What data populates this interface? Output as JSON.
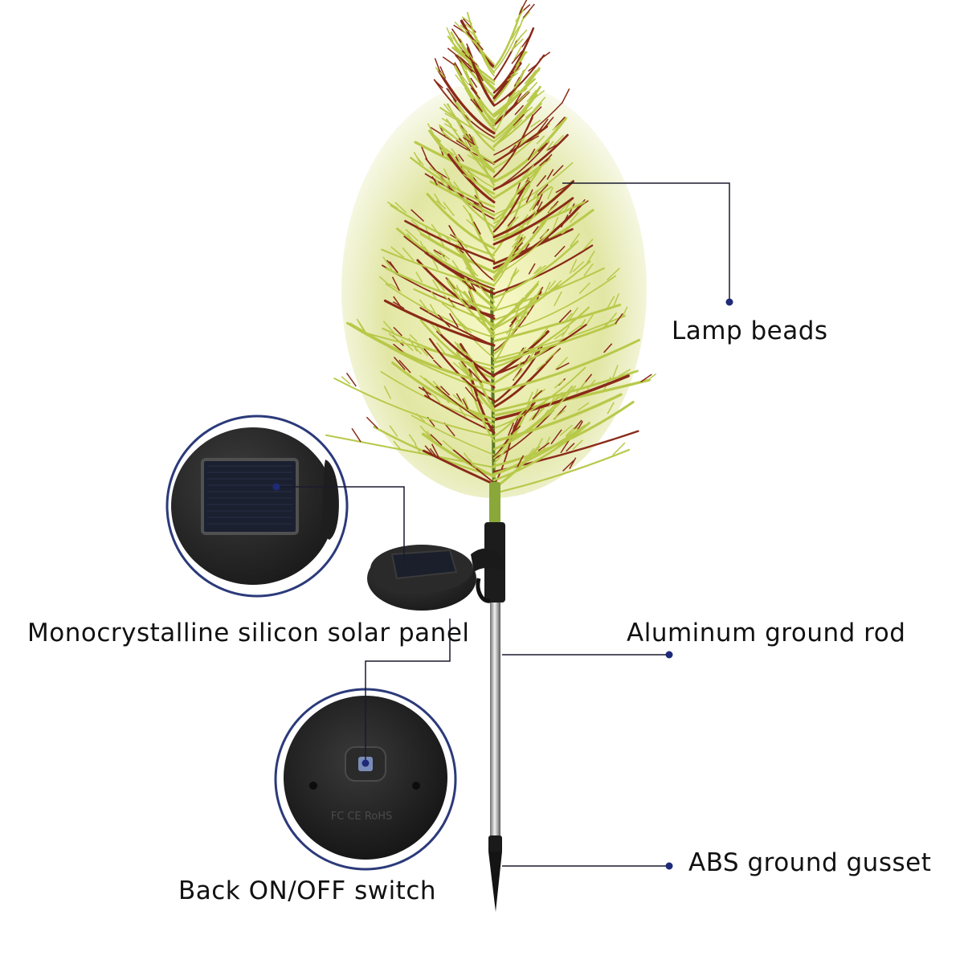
{
  "labels": {
    "lamp_beads": "Lamp beads",
    "solar_panel": "Monocrystalline silicon solar panel",
    "ground_rod": "Aluminum ground rod",
    "switch": "Back ON/OFF switch",
    "gusset": "ABS ground gusset"
  },
  "base_markings": "FC CE RoHS",
  "colors": {
    "leader_line": "#1a1a2e",
    "dot": "#1e2a78",
    "foliage_green": "#b8c94a",
    "foliage_red": "#8a2a18",
    "device_black": "#1c1c1c",
    "circle_border": "#2b3a7a"
  }
}
